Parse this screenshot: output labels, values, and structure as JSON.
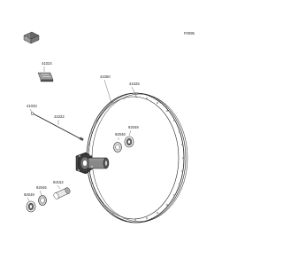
{
  "diagram": {
    "drawing_code": "F0095",
    "part_labels": {
      "label_tag": "41024",
      "rim": "41050",
      "spoke": "41025",
      "spoke_set": "41022",
      "spoke_nipple_group": "41033",
      "bearing_right": "92049",
      "bearing_left": "92049",
      "collar": "92045",
      "spacer": "92152",
      "seal": "92049"
    }
  },
  "colors": {
    "line": "#333333",
    "hub_dark": "#3a3a3a",
    "background": "#ffffff"
  }
}
